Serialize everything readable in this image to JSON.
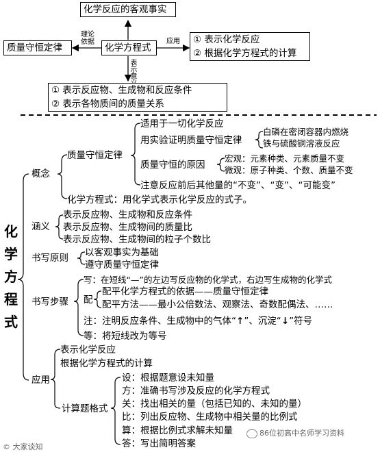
{
  "top": {
    "fact": "化学反应的客观事实",
    "law": "质量守恒定律",
    "equation": "化学方程式",
    "theory_basis": "理论依据",
    "application_label": "应用",
    "application_items": [
      "① 表示化学反应",
      "② 根据化学方程式的计算"
    ],
    "meaning_label": "表示意义",
    "meaning_items": [
      "① 表示反应物、生成物和反应条件",
      "② 表示各物质间的质量关系"
    ]
  },
  "main_title": [
    "化",
    "学",
    "方",
    "程",
    "式"
  ],
  "concept": {
    "label": "概念",
    "law": "质量守恒定律",
    "applies": "适用于一切化学反应",
    "verify": "用实验证明质量守恒定律",
    "verify_items": [
      "白磷在密闭容器内燃烧",
      "铁与硫酸铜溶液反应"
    ],
    "reason": "质量守恒的原因",
    "macro": "宏观：元素种类、元素质量不变",
    "micro": "微观：原子种类、个数、质量不变",
    "note": "注意反应前后其他量的“不变”、“变”、“可能变”",
    "definition": "化学方程式：用化学式表示化学反应的式子。"
  },
  "meaning": {
    "label": "涵义",
    "items": [
      "表示反应物、生成物和反应条件",
      "表示反应物、生成物间的质量比",
      "表示反应物、生成物间的粒子个数比"
    ]
  },
  "principle": {
    "label": "书写原则",
    "items": [
      "以客观事实为基础",
      "遵守质量守恒定律"
    ]
  },
  "steps": {
    "label": "书写步骤",
    "write": "写：在短线“—”的左边写反应物的化学式，右边写生成物的化学式",
    "balance_label": "配",
    "balance_items": [
      "配平化学方程式的依据——质量守恒定律",
      "配平方法——最小公倍数法、观察法、奇数配偶法、……"
    ],
    "note_a": "注：注明反应条件、生成物中的气体“",
    "note_up": "↑",
    "note_b": "”、沉淀“",
    "note_down": "↓",
    "note_c": "”符号",
    "equal": "等：将短线改为等号"
  },
  "apply": {
    "label": "应用",
    "items": [
      "表示化学反应",
      "根据化学方程式的计算"
    ],
    "calc_label": "计算题格式",
    "calc_items": [
      "设：根据题意设未知量",
      "方：准确书写涉及反应的化学方程式",
      "关：找出相关的量（包括已知的、未知的量）",
      "比：列出反应物、生成物中相关量的比例式",
      "算：根据比例式求解未知量",
      "答：写出简明答案"
    ]
  },
  "watermark": {
    "left": "© 大家谈知",
    "right": "86位初高中名师学习资料"
  }
}
